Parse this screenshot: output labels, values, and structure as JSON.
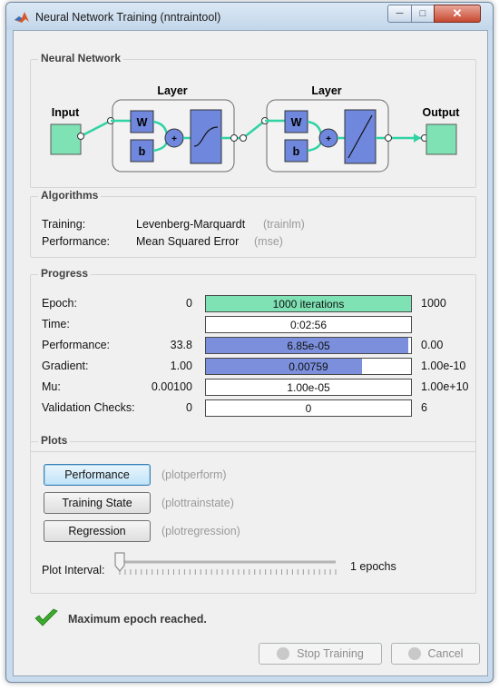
{
  "window": {
    "title": "Neural Network Training (nntraintool)"
  },
  "network": {
    "section_title": "Neural Network",
    "input_label": "Input",
    "output_label": "Output",
    "layers": [
      {
        "label": "Layer",
        "weight": "W",
        "bias": "b",
        "sum": "+",
        "transfer": "tansig"
      },
      {
        "label": "Layer",
        "weight": "W",
        "bias": "b",
        "sum": "+",
        "transfer": "purelin"
      }
    ]
  },
  "algorithms": {
    "section_title": "Algorithms",
    "rows": [
      {
        "label": "Training:",
        "value": "Levenberg-Marquardt",
        "code": "(trainlm)"
      },
      {
        "label": "Performance:",
        "value": "Mean Squared Error",
        "code": "(mse)"
      }
    ]
  },
  "progress": {
    "section_title": "Progress",
    "rows": [
      {
        "label": "Epoch:",
        "start": "0",
        "current": "1000 iterations",
        "end": "1000",
        "fill": 1.0,
        "fill_color": "#7ee2b4"
      },
      {
        "label": "Time:",
        "start": "",
        "current": "0:02:56",
        "end": "",
        "fill": 0,
        "fill_color": "#ffffff"
      },
      {
        "label": "Performance:",
        "start": "33.8",
        "current": "6.85e-05",
        "end": "0.00",
        "fill": 0.985,
        "fill_color": "#7b8fdc"
      },
      {
        "label": "Gradient:",
        "start": "1.00",
        "current": "0.00759",
        "end": "1.00e-10",
        "fill": 0.76,
        "fill_color": "#7b8fdc"
      },
      {
        "label": "Mu:",
        "start": "0.00100",
        "current": "1.00e-05",
        "end": "1.00e+10",
        "fill": 0,
        "fill_color": "#ffffff"
      },
      {
        "label": "Validation Checks:",
        "start": "0",
        "current": "0",
        "end": "6",
        "fill": 0,
        "fill_color": "#ffffff"
      }
    ]
  },
  "plots": {
    "section_title": "Plots",
    "buttons": [
      {
        "label": "Performance",
        "code": "(plotperform)"
      },
      {
        "label": "Training State",
        "code": "(plottrainstate)"
      },
      {
        "label": "Regression",
        "code": "(plotregression)"
      }
    ],
    "interval_label": "Plot Interval:",
    "interval_value": "1 epochs",
    "slider_position": 0
  },
  "status": {
    "message": "Maximum epoch reached."
  },
  "footer": {
    "stop_label": "Stop Training",
    "cancel_label": "Cancel"
  },
  "colors": {
    "io_box": "#7ee2b4",
    "layer_block": "#6f87dc",
    "connector": "#2fd3a4",
    "check": "#3caa2c"
  }
}
